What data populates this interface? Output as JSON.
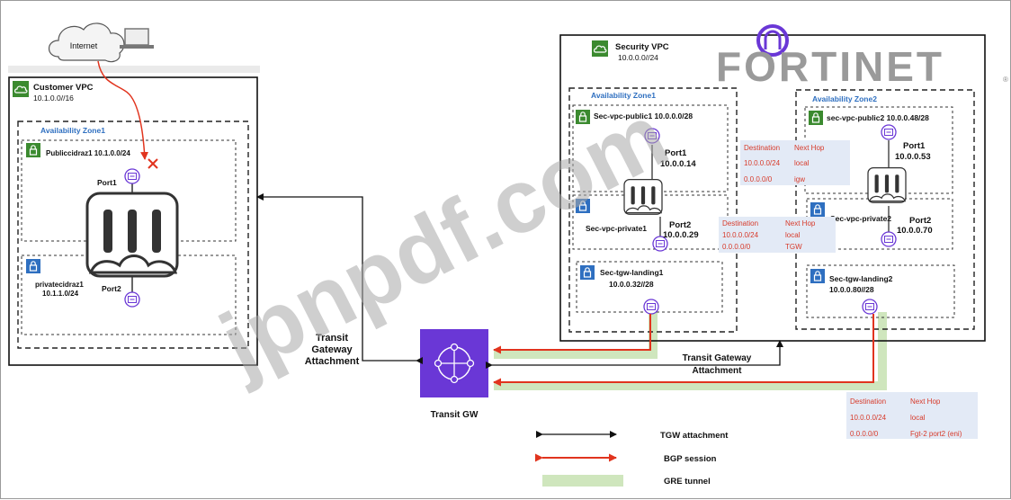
{
  "internet": {
    "label": "Internet"
  },
  "customer_vpc": {
    "title": "Customer VPC",
    "cidr": "10.1.0.0//16",
    "az": "Availability Zone1",
    "public_subnet": "Publiccidraz1 10.1.0.0/24",
    "private_subnet_name": "privatecidraz1",
    "private_subnet_cidr": "10.1.1.0/24",
    "port1": "Port1",
    "port2": "Port2"
  },
  "security_vpc": {
    "title": "Security VPC",
    "cidr": "10.0.0.0//24",
    "brand": "FORTINET",
    "az1": {
      "label": "Availability Zone1",
      "public": "Sec-vpc-public1  10.0.0.0/28",
      "port1": "Port1",
      "port1_ip": "10.0.0.14",
      "private": "Sec-vpc-private1",
      "port2": "Port2",
      "port2_ip": "10.0.0.29",
      "landing": "Sec-tgw-landing1",
      "landing_cidr": "10.0.0.32//28"
    },
    "az2": {
      "label": "Availability Zone2",
      "public": "sec-vpc-public2  10.0.0.48/28",
      "port1": "Port1",
      "port1_ip": "10.0.0.53",
      "private": "Sec-vpc-private2",
      "port2": "Port2",
      "port2_ip": "10.0.0.70",
      "landing": "Sec-tgw-landing2",
      "landing_cidr": "10.0.0.80//28"
    }
  },
  "route_tables": {
    "public": {
      "headers": [
        "Destination",
        "Next Hop"
      ],
      "rows": [
        [
          "10.0.0.0/24",
          "local"
        ],
        [
          "0.0.0.0/0",
          "igw"
        ]
      ]
    },
    "private": {
      "headers": [
        "Destination",
        "Next Hop"
      ],
      "rows": [
        [
          "10.0.0.0/24",
          "local"
        ],
        [
          "0.0.0.0/0",
          "TGW"
        ]
      ]
    },
    "tgw": {
      "headers": [
        "Destination",
        "Next Hop"
      ],
      "rows": [
        [
          "10.0.0.0/24",
          "local"
        ],
        [
          "0.0.0.0/0",
          "Fgt-2 port2 (eni)"
        ]
      ]
    }
  },
  "transit": {
    "label": "Transit GW",
    "left_attachment_line1": "Transit",
    "left_attachment_line2": "Gateway",
    "left_attachment_line3": "Attachment",
    "right_attachment_line1": "Transit Gateway",
    "right_attachment_line2": "Attachment"
  },
  "legend": {
    "tgw": "TGW attachment",
    "bgp": "BGP session",
    "gre": "GRE tunnel"
  },
  "watermark": "jpnpdf.com",
  "colors": {
    "tgw_purple": "#6a37d6",
    "bgp_red": "#e1341e",
    "gre_green": "#cfe6bd",
    "subnet_green": "#3b8a2f",
    "az_blue": "#2e6fc0",
    "route_table_bg": "#e3eaf6"
  }
}
